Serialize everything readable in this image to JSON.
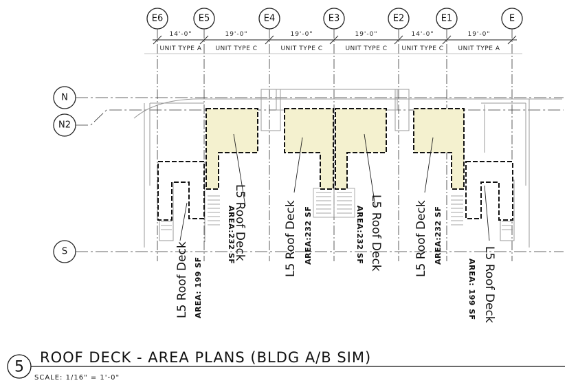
{
  "grid_columns": [
    "E6",
    "E5",
    "E4",
    "E3",
    "E2",
    "E1",
    "E"
  ],
  "grid_rows": [
    "N",
    "N2",
    "S"
  ],
  "dimensions": [
    "14'-0\"",
    "19'-0\"",
    "19'-0\"",
    "19'-0\"",
    "14'-0\"",
    "19'-0\""
  ],
  "unit_types": [
    "UNIT TYPE A",
    "UNIT TYPE C",
    "UNIT TYPE C",
    "UNIT TYPE C",
    "UNIT TYPE C",
    "UNIT TYPE A"
  ],
  "decks": [
    {
      "name": "L5 Roof Deck",
      "area": "AREA: 199 SF"
    },
    {
      "name": "L5 Roof Deck",
      "area": "AREA:232 SF"
    },
    {
      "name": "L5 Roof Deck",
      "area": "AREA:232 SF"
    },
    {
      "name": "L5 Roof Deck",
      "area": "AREA:232 SF"
    },
    {
      "name": "L5 Roof Deck",
      "area": "AREA:232 SF"
    },
    {
      "name": "L5 Roof Deck",
      "area": "AREA: 199 SF"
    }
  ],
  "drawing": {
    "number": "5",
    "title": "ROOF DECK - AREA PLANS (BLDG A/B SIM)",
    "scale": "SCALE:  1/16\" = 1'-0\""
  },
  "colors": {
    "deck_fill": "#f4f1cf",
    "line": "#222222",
    "light_line": "#9a9a9a"
  }
}
